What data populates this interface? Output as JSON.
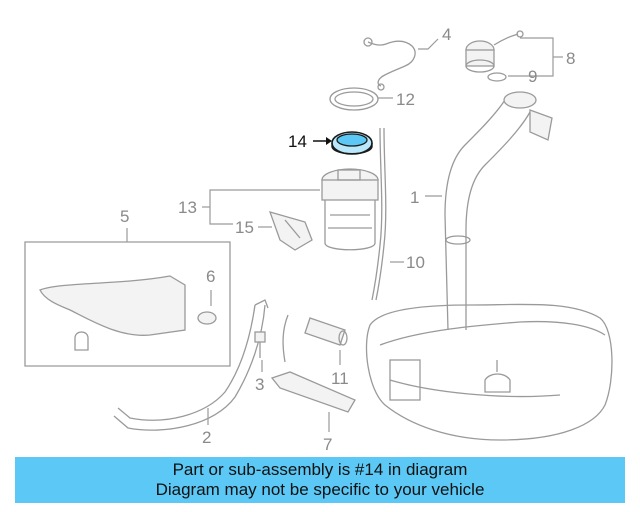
{
  "diagram": {
    "callouts": [
      {
        "id": "1",
        "label": "1"
      },
      {
        "id": "2",
        "label": "2"
      },
      {
        "id": "3",
        "label": "3"
      },
      {
        "id": "4",
        "label": "4"
      },
      {
        "id": "5",
        "label": "5"
      },
      {
        "id": "6",
        "label": "6"
      },
      {
        "id": "7",
        "label": "7"
      },
      {
        "id": "8",
        "label": "8"
      },
      {
        "id": "9",
        "label": "9"
      },
      {
        "id": "10",
        "label": "10"
      },
      {
        "id": "11",
        "label": "11"
      },
      {
        "id": "12",
        "label": "12"
      },
      {
        "id": "13",
        "label": "13"
      },
      {
        "id": "14",
        "label": "14"
      },
      {
        "id": "15",
        "label": "15"
      }
    ],
    "highlighted_part": "14",
    "colors": {
      "line_art": "#9a9a9a",
      "highlight": "#5bc8f5",
      "banner": "#5bc8f5"
    }
  },
  "banner": {
    "line1": "Part or sub-assembly is #14 in diagram",
    "line2": "Diagram may not be specific to your vehicle"
  }
}
